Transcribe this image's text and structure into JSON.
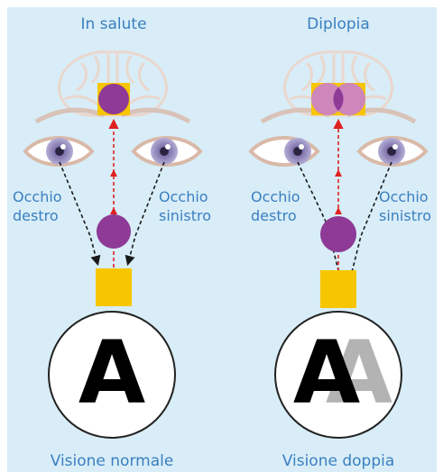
{
  "panels": [
    {
      "title": "In salute",
      "left_label": "Occhio\ndestro",
      "right_label": "Occhio\nsinistro",
      "caption": "Visione normale",
      "letter": "A"
    },
    {
      "title": "Diplopia",
      "left_label": "Occhio\ndestro",
      "right_label": "Occhio\nsinistro",
      "caption": "Visione doppia",
      "letter": "A"
    }
  ],
  "colors": {
    "background": "#d8edf7",
    "text": "#3a7fc0",
    "brain_outline": "#f2e3dc",
    "target_square": "#f7c600",
    "image_circle": "#8e3a96",
    "image_circle_light": "#c97fcf",
    "visual_path": "#e02020",
    "eye_path": "#1a1a1a",
    "iris": "#8f86b8",
    "ghost_letter": "#b3b3b3"
  },
  "icons": [
    "brain-icon",
    "eye-icon",
    "letter-circle-icon"
  ]
}
